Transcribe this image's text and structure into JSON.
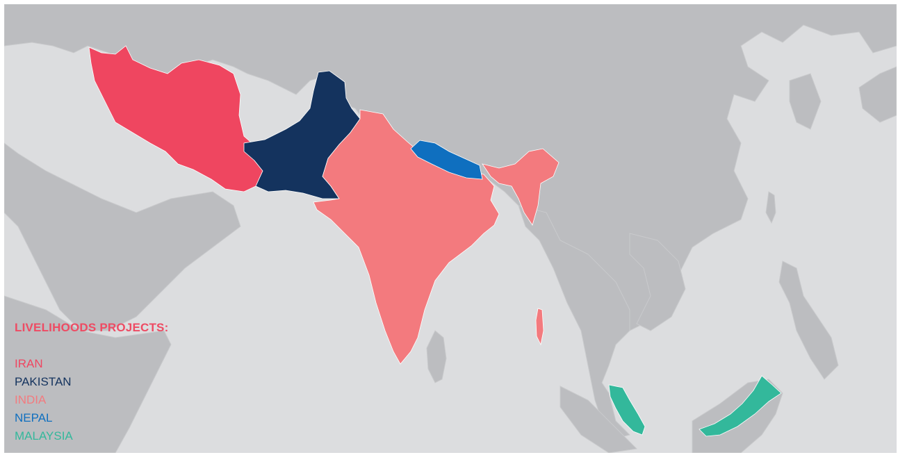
{
  "legend": {
    "title": "LIVELIHOODS PROJECTS:",
    "title_color": "#ee4b63",
    "items": [
      {
        "label": "IRAN",
        "color": "#ef4660"
      },
      {
        "label": "PAKISTAN",
        "color": "#14335e"
      },
      {
        "label": "INDIA",
        "color": "#f37a7e"
      },
      {
        "label": "NEPAL",
        "color": "#0f6fbf"
      },
      {
        "label": "MALAYSIA",
        "color": "#33b89b"
      }
    ]
  },
  "map": {
    "water_color": "#dcdddf",
    "land_color": "#bcbdc0",
    "highlighted_countries": [
      "Iran",
      "Pakistan",
      "India",
      "Nepal",
      "Malaysia"
    ]
  }
}
